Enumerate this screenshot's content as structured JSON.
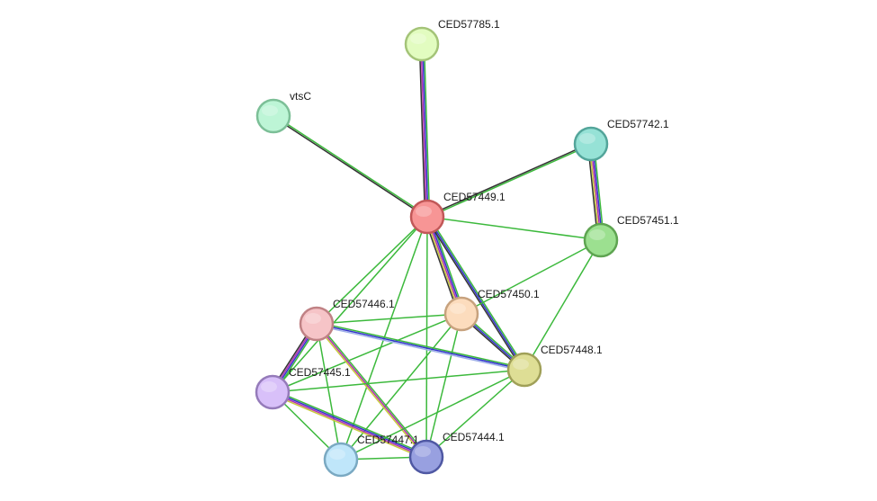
{
  "network": {
    "nodes": [
      {
        "id": "CED57785.1",
        "label": "CED57785.1",
        "fill": "#e2fcc0",
        "stroke": "#a4c478"
      },
      {
        "id": "vtsC",
        "label": "vtsC",
        "fill": "#bdf5d6",
        "stroke": "#7cbf97"
      },
      {
        "id": "CED57742.1",
        "label": "CED57742.1",
        "fill": "#96e2d6",
        "stroke": "#53a59a"
      },
      {
        "id": "CED57449.1",
        "label": "CED57449.1",
        "fill": "#f79595",
        "stroke": "#c15858"
      },
      {
        "id": "CED57451.1",
        "label": "CED57451.1",
        "fill": "#9ce090",
        "stroke": "#5ea451"
      },
      {
        "id": "CED57450.1",
        "label": "CED57450.1",
        "fill": "#fcdcbd",
        "stroke": "#c7a27e"
      },
      {
        "id": "CED57446.1",
        "label": "CED57446.1",
        "fill": "#f6c4c7",
        "stroke": "#c08285"
      },
      {
        "id": "CED57448.1",
        "label": "CED57448.1",
        "fill": "#dede95",
        "stroke": "#a0a058"
      },
      {
        "id": "CED57445.1",
        "label": "CED57445.1",
        "fill": "#d8c0f9",
        "stroke": "#957bba"
      },
      {
        "id": "CED57447.1",
        "label": "CED57447.1",
        "fill": "#bfe6fa",
        "stroke": "#7aa9c2"
      },
      {
        "id": "CED57444.1",
        "label": "CED57444.1",
        "fill": "#98a0e0",
        "stroke": "#4f58a3"
      }
    ],
    "edges": [
      {
        "source": "CED57785.1",
        "target": "CED57449.1",
        "colors": [
          "#3cb93c",
          "#3333cc",
          "#b030b0",
          "#333333"
        ]
      },
      {
        "source": "vtsC",
        "target": "CED57449.1",
        "colors": [
          "#3cb93c",
          "#333333"
        ]
      },
      {
        "source": "CED57742.1",
        "target": "CED57449.1",
        "colors": [
          "#3cb93c",
          "#333333"
        ]
      },
      {
        "source": "CED57742.1",
        "target": "CED57451.1",
        "colors": [
          "#3cb93c",
          "#3333cc",
          "#b030b0",
          "#c8c83c",
          "#333333"
        ]
      },
      {
        "source": "CED57449.1",
        "target": "CED57451.1",
        "colors": [
          "#3cb93c"
        ]
      },
      {
        "source": "CED57449.1",
        "target": "CED57450.1",
        "colors": [
          "#3cb93c",
          "#3333cc",
          "#b030b0",
          "#c8c83c",
          "#333333"
        ]
      },
      {
        "source": "CED57449.1",
        "target": "CED57448.1",
        "colors": [
          "#3cb93c",
          "#3333cc",
          "#333333"
        ]
      },
      {
        "source": "CED57449.1",
        "target": "CED57446.1",
        "colors": [
          "#3cb93c"
        ]
      },
      {
        "source": "CED57449.1",
        "target": "CED57445.1",
        "colors": [
          "#3cb93c"
        ]
      },
      {
        "source": "CED57449.1",
        "target": "CED57447.1",
        "colors": [
          "#3cb93c"
        ]
      },
      {
        "source": "CED57449.1",
        "target": "CED57444.1",
        "colors": [
          "#3cb93c"
        ]
      },
      {
        "source": "CED57451.1",
        "target": "CED57450.1",
        "colors": [
          "#3cb93c"
        ]
      },
      {
        "source": "CED57451.1",
        "target": "CED57448.1",
        "colors": [
          "#3cb93c"
        ]
      },
      {
        "source": "CED57450.1",
        "target": "CED57448.1",
        "colors": [
          "#3cb93c",
          "#3333cc",
          "#333333"
        ]
      },
      {
        "source": "CED57450.1",
        "target": "CED57446.1",
        "colors": [
          "#3cb93c"
        ]
      },
      {
        "source": "CED57450.1",
        "target": "CED57445.1",
        "colors": [
          "#3cb93c"
        ]
      },
      {
        "source": "CED57450.1",
        "target": "CED57447.1",
        "colors": [
          "#3cb93c"
        ]
      },
      {
        "source": "CED57450.1",
        "target": "CED57444.1",
        "colors": [
          "#3cb93c"
        ]
      },
      {
        "source": "CED57446.1",
        "target": "CED57448.1",
        "colors": [
          "#3cb93c",
          "#3333cc",
          "#9fb0e8"
        ]
      },
      {
        "source": "CED57446.1",
        "target": "CED57445.1",
        "colors": [
          "#3cb93c",
          "#3333cc",
          "#b030b0",
          "#333333"
        ]
      },
      {
        "source": "CED57446.1",
        "target": "CED57447.1",
        "colors": [
          "#3cb93c"
        ]
      },
      {
        "source": "CED57446.1",
        "target": "CED57444.1",
        "colors": [
          "#3cb93c",
          "#b030b0",
          "#c8c83c"
        ]
      },
      {
        "source": "CED57445.1",
        "target": "CED57448.1",
        "colors": [
          "#3cb93c"
        ]
      },
      {
        "source": "CED57445.1",
        "target": "CED57447.1",
        "colors": [
          "#3cb93c"
        ]
      },
      {
        "source": "CED57445.1",
        "target": "CED57444.1",
        "colors": [
          "#3cb93c",
          "#3333cc",
          "#b030b0",
          "#c8c83c"
        ]
      },
      {
        "source": "CED57448.1",
        "target": "CED57447.1",
        "colors": [
          "#3cb93c"
        ]
      },
      {
        "source": "CED57448.1",
        "target": "CED57444.1",
        "colors": [
          "#3cb93c"
        ]
      },
      {
        "source": "CED57447.1",
        "target": "CED57444.1",
        "colors": [
          "#3cb93c"
        ]
      }
    ]
  }
}
